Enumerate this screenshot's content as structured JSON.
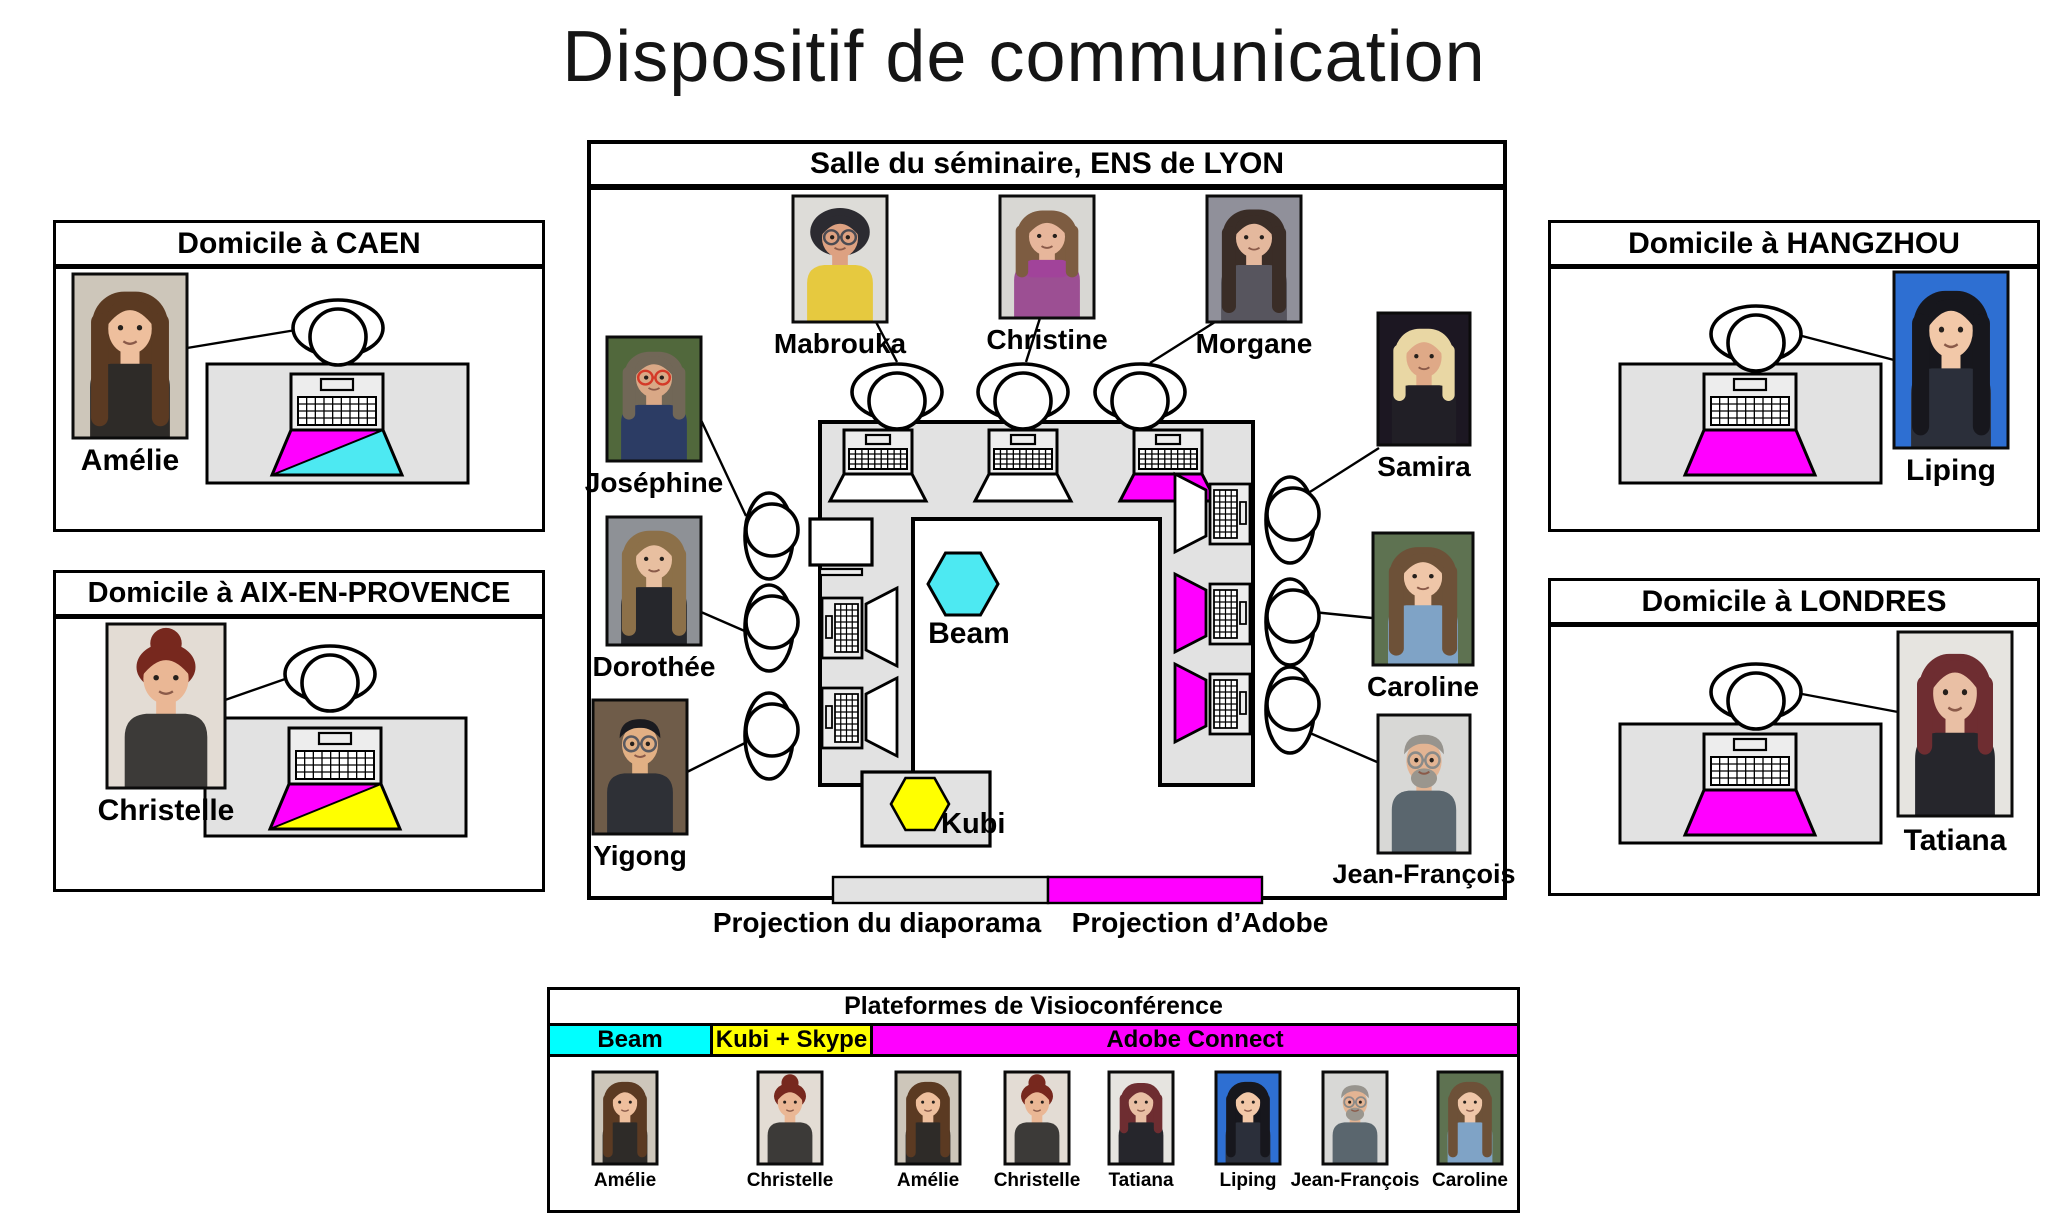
{
  "title": "Dispositif de communication",
  "seminar": {
    "title": "Salle du séminaire, ENS de LYON",
    "beam_label": "Beam",
    "kubi_label": "Kubi",
    "projection_left": "Projection du diaporama",
    "projection_right": "Projection d’Adobe",
    "people": [
      {
        "name": "Mabrouka"
      },
      {
        "name": "Christine"
      },
      {
        "name": "Morgane"
      },
      {
        "name": "Joséphine"
      },
      {
        "name": "Dorothée"
      },
      {
        "name": "Yigong"
      },
      {
        "name": "Samira"
      },
      {
        "name": "Caroline"
      },
      {
        "name": "Jean-François"
      }
    ],
    "table": {
      "monitor": "white",
      "top_screens": [
        "white",
        "white",
        "magenta"
      ],
      "left_screens": [
        "white",
        "white"
      ],
      "right_screens": [
        "white",
        "magenta",
        "magenta"
      ]
    }
  },
  "remote_sites": [
    {
      "title": "Domicile à CAEN",
      "person": "Amélie",
      "screen_colors": [
        "magenta",
        "cyan"
      ]
    },
    {
      "title": "Domicile à AIX-EN-PROVENCE",
      "person": "Christelle",
      "screen_colors": [
        "magenta",
        "yellow"
      ]
    },
    {
      "title": "Domicile à HANGZHOU",
      "person": "Liping",
      "screen_colors": [
        "magenta"
      ]
    },
    {
      "title": "Domicile à LONDRES",
      "person": "Tatiana",
      "screen_colors": [
        "magenta"
      ]
    }
  ],
  "legend": {
    "title": "Plateformes de Visioconférence",
    "platforms": [
      {
        "label": "Beam",
        "color": "#00FFFF",
        "members": [
          "Amélie"
        ]
      },
      {
        "label": "Kubi + Skype",
        "color": "#FFFF00",
        "members": [
          "Christelle"
        ]
      },
      {
        "label": "Adobe Connect",
        "color": "#FF00FF",
        "members": [
          "Amélie",
          "Christelle",
          "Tatiana",
          "Liping",
          "Jean-François",
          "Caroline"
        ]
      }
    ]
  },
  "colors": {
    "magenta": "#FF00FF",
    "cyan": "#4DE9F2",
    "cyan_bright": "#00FFFF",
    "yellow_bright": "#FFFF00",
    "table_gray": "#E2E2E2",
    "device_gray": "#EDEDED"
  },
  "avatars": {
    "Amélie": {
      "bg": "#cdc6ba",
      "hair": "#5b3a22",
      "skin": "#eebf9d",
      "shirt": "#2e2b28",
      "style": "long"
    },
    "Christelle": {
      "bg": "#e3dcd4",
      "hair": "#77281e",
      "skin": "#eab795",
      "shirt": "#3c3a38",
      "style": "updo"
    },
    "Mabrouka": {
      "bg": "#dddcd8",
      "hair": "#2c2b31",
      "skin": "#dda181",
      "shirt": "#e6c93f",
      "style": "curly",
      "glasses": "#4a4a52"
    },
    "Christine": {
      "bg": "#d8d7d3",
      "hair": "#7d5c41",
      "skin": "#e7b69b",
      "shirt": "#9c4f93",
      "style": "bob",
      "scarf": "#a1439a"
    },
    "Morgane": {
      "bg": "#90909a",
      "hair": "#3a2d27",
      "skin": "#e4b89d",
      "shirt": "#57555e",
      "style": "long"
    },
    "Joséphine": {
      "bg": "#51683c",
      "hair": "#716757",
      "skin": "#d9a886",
      "shirt": "#2c3c64",
      "style": "bob",
      "glasses": "#d43a28"
    },
    "Dorothée": {
      "bg": "#8e9196",
      "hair": "#8c7049",
      "skin": "#e8bfa0",
      "shirt": "#26272c",
      "style": "long"
    },
    "Yigong": {
      "bg": "#6f5c49",
      "hair": "#1a1b20",
      "skin": "#e2b084",
      "shirt": "#2e3036",
      "style": "short",
      "glasses": "#5a5a60"
    },
    "Samira": {
      "bg": "#1c1722",
      "hair": "#e9d7a4",
      "skin": "#dfa987",
      "shirt": "#211f26",
      "style": "bob"
    },
    "Caroline": {
      "bg": "#5e7251",
      "hair": "#6d5138",
      "skin": "#efc6a8",
      "shirt": "#7fa3c6",
      "style": "long"
    },
    "Jean-François": {
      "bg": "#d8d8d6",
      "hair": "#97948e",
      "skin": "#e3b493",
      "shirt": "#5a666e",
      "style": "short",
      "glasses": "#8a8a88",
      "beard": "#9a968e"
    },
    "Liping": {
      "bg": "#2e6fd2",
      "hair": "#17171d",
      "skin": "#f2c8a8",
      "shirt": "#2b2f3a",
      "style": "long"
    },
    "Tatiana": {
      "bg": "#e6e4e0",
      "hair": "#6e2d31",
      "skin": "#e9bfa4",
      "shirt": "#26262c",
      "style": "bob"
    }
  }
}
